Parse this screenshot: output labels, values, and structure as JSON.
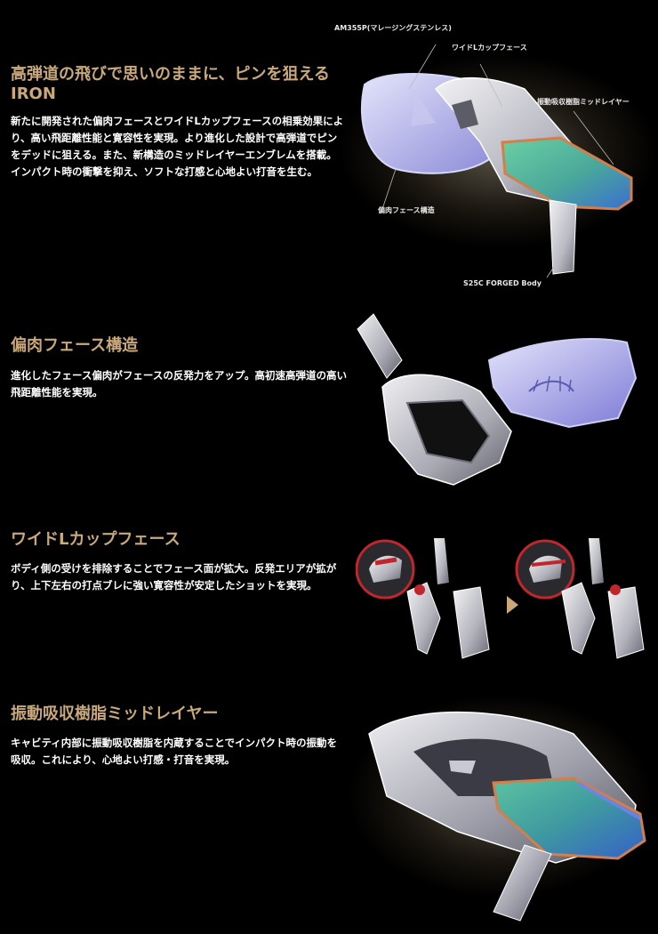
{
  "sections": [
    {
      "title_line1": "高弾道の飛びで思いのままに、ピンを狙える",
      "title_line2": "IRON",
      "body": "新たに開発された偏肉フェースとワイドLカップフェースの相乗効果により、高い飛距離性能と寛容性を実現。より進化した設計で高弾道でピンをデッドに狙える。また、新構造のミッドレイヤーエンブレムを搭載。インパクト時の衝撃を抑え、ソフトな打感と心地よい打音を生む。",
      "callouts": {
        "am355p": "AM355P(マレージングステンレス)",
        "wide_l_cup": "ワイドLカップフェース",
        "damping_resin": "振動吸収樹脂ミッドレイヤー",
        "uneven_face": "偏肉フェース構造",
        "s25c": "S25C FORGED Body"
      }
    },
    {
      "title": "偏肉フェース構造",
      "body": "進化したフェース偏肉がフェースの反発力をアップ。高初速高弾道の高い飛距離性能を実現。"
    },
    {
      "title": "ワイドLカップフェース",
      "body": "ボディ側の受けを排除することでフェース面が拡大。反発エリアが拡がり、上下左右の打点ブレに強い寛容性が安定したショットを実現。"
    },
    {
      "title": "振動吸収樹脂ミッドレイヤー",
      "body": "キャビティ内部に振動吸収樹脂を内蔵することでインパクト時の振動を吸収。これにより、心地よい打感・打音を実現。"
    }
  ],
  "colors": {
    "title_gold": "#c9a87a",
    "background": "#000000",
    "text": "#ffffff",
    "resin_green": "#4fb39a",
    "resin_blue": "#3a6fd0",
    "face_lavender": "#a7a6e8",
    "cup_red": "#c0262b"
  },
  "icons": {
    "arrow": "triangle-right-icon"
  }
}
